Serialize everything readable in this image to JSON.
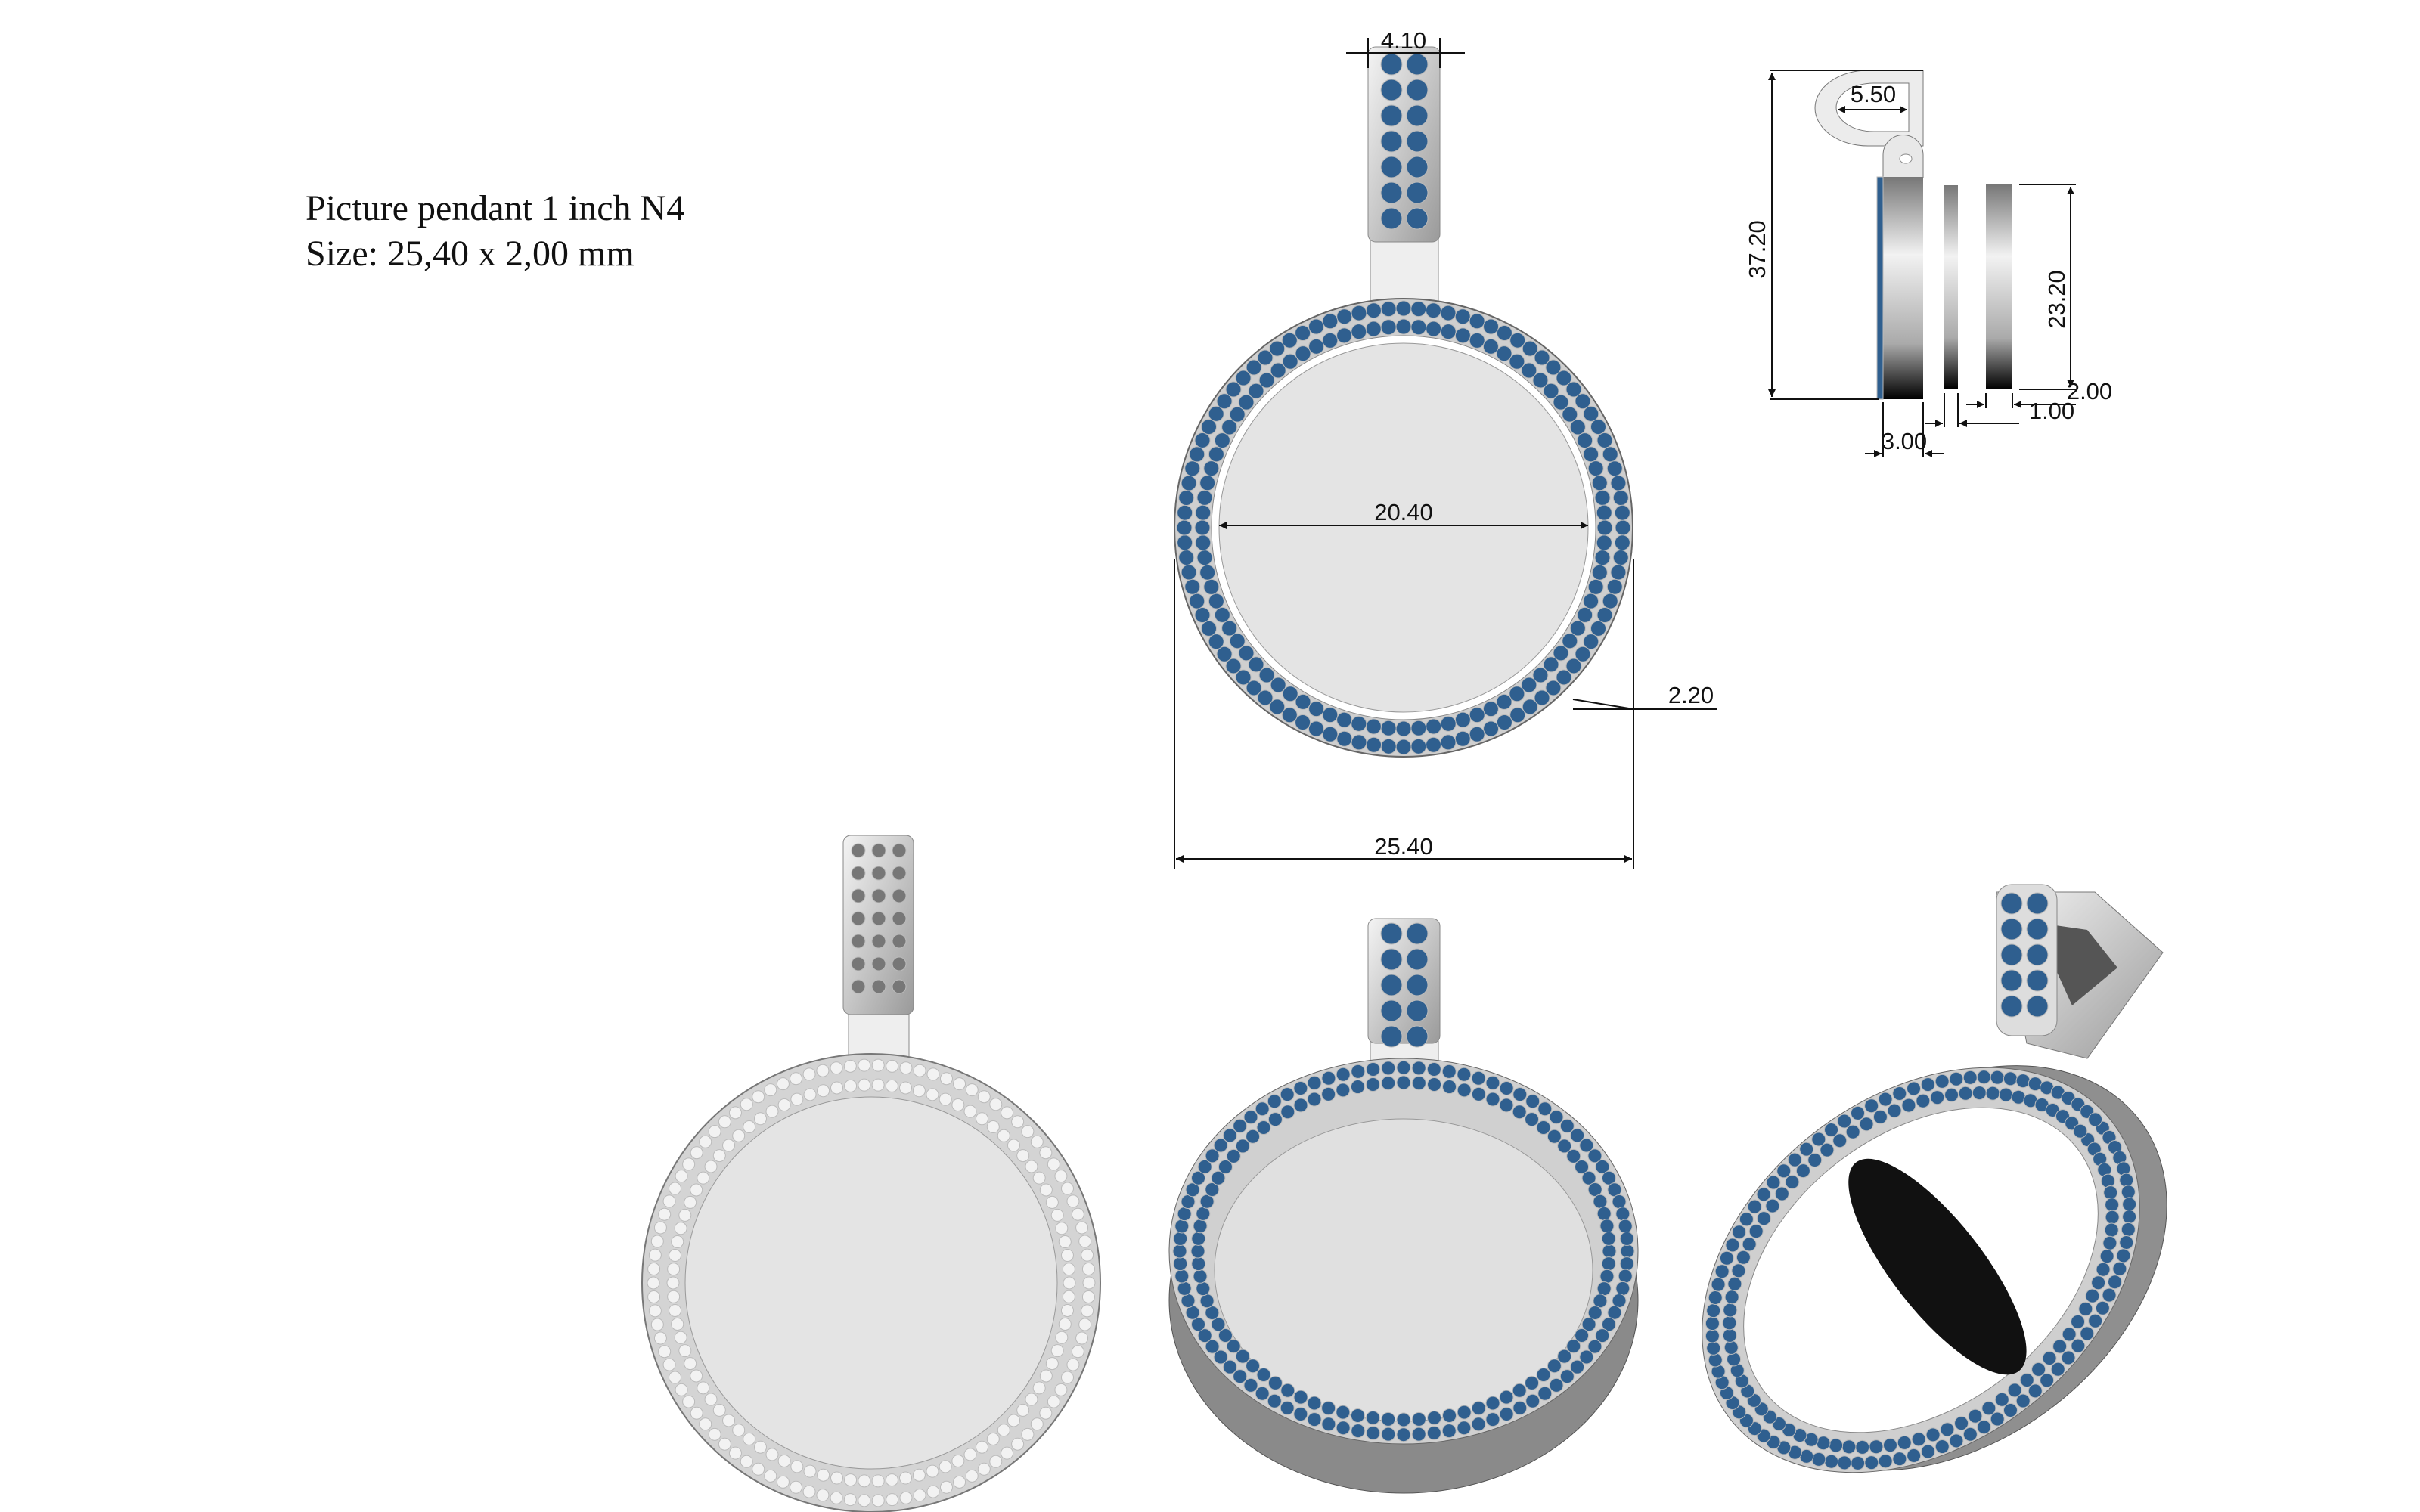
{
  "title": {
    "line1": "Picture pendant  1 inch N4",
    "line2": "Size: 25,40 x 2,00 mm"
  },
  "dimensions": {
    "bail_width": "4.10",
    "inner_diameter": "20.40",
    "outer_diameter": "25.40",
    "rim_width": "2.20",
    "total_height": "37.20",
    "bail_opening": "5.50",
    "insert_height": "23.20",
    "insert_thickness": "2.00",
    "glass_thickness": "1.00",
    "body_thickness": "3.00"
  },
  "colors": {
    "stone": "#2f5f8f",
    "metal": "#d8d8d8",
    "face": "#e6e6e6"
  }
}
